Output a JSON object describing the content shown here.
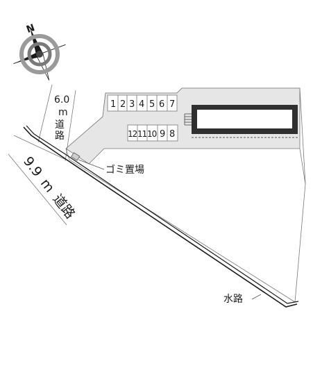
{
  "compass": {
    "north_letter": "N"
  },
  "roads": {
    "road_1": {
      "width": "6.0",
      "unit": "m",
      "name": "道路"
    },
    "road_2": {
      "width": "9.9",
      "unit": "m",
      "name": "道路"
    }
  },
  "parking": {
    "top_row": [
      "1",
      "2",
      "3",
      "4",
      "5",
      "6",
      "7"
    ],
    "bottom_row": [
      "12",
      "11",
      "10",
      "9",
      "8"
    ]
  },
  "labels": {
    "garbage": "ゴミ置場",
    "waterway": "水路"
  },
  "colors": {
    "lot_fill": "#e6e6e6",
    "building_fill": "#2f2f2f",
    "line": "#1a1a1a"
  }
}
